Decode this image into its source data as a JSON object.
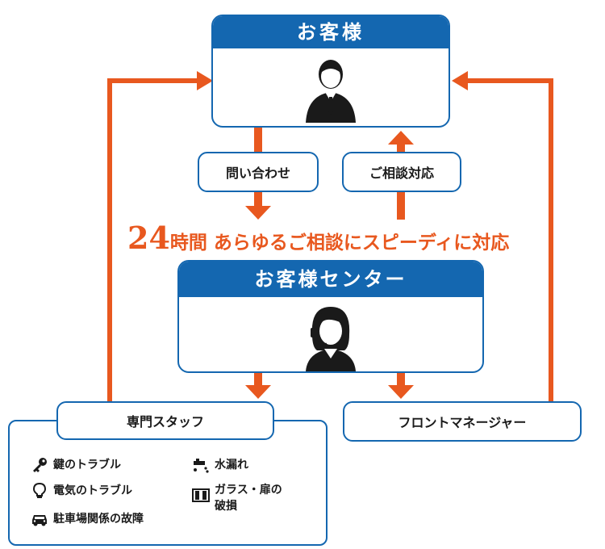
{
  "customer": {
    "title": "お客様",
    "icon": "businessman-icon"
  },
  "flow": {
    "inquiry": "問い合わせ",
    "consult": "ご相談対応"
  },
  "banner": {
    "hours": "24",
    "text": "時間 あらゆるご相談にスピーディに対応"
  },
  "center": {
    "title": "お客様センター",
    "icon": "headset-operator-icon"
  },
  "specialist": {
    "title": "専門スタッフ",
    "items": [
      {
        "label": "鍵のトラブル",
        "icon": "key-icon"
      },
      {
        "label": "水漏れ",
        "icon": "faucet-icon"
      },
      {
        "label": "電気のトラブル",
        "icon": "lightbulb-icon"
      },
      {
        "label": "ガラス・扉の\n破損",
        "icon": "door-icon"
      },
      {
        "label": "駐車場関係の故障",
        "icon": "car-icon"
      }
    ]
  },
  "front_manager": {
    "title": "フロントマネージャー"
  },
  "colors": {
    "blue": "#1467b0",
    "orange": "#e8581f"
  }
}
